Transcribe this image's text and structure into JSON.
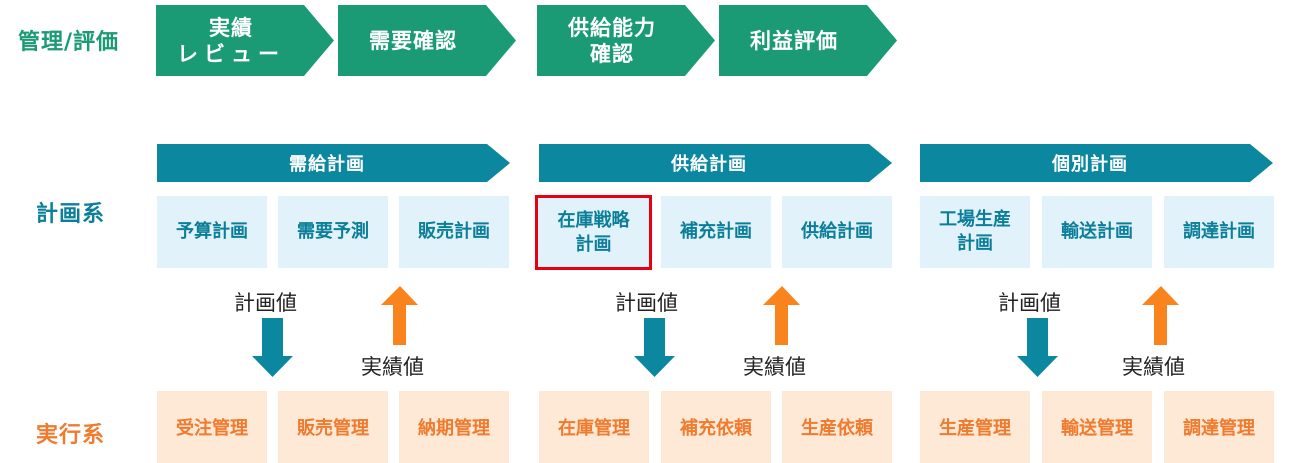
{
  "colors": {
    "management_green": "#1a9b76",
    "plan_teal": "#0b87a0",
    "plan_box_bg": "#e2f2fa",
    "exec_orange": "#f07a2e",
    "exec_box_bg": "#fde9d5",
    "highlight_red": "#e60012",
    "arrow_down": "#0b87a0",
    "arrow_up": "#f9831c"
  },
  "management": {
    "label": "管理/評価",
    "steps": [
      {
        "line1": "実績",
        "line2": "レビュー"
      },
      {
        "line1": "需要確認",
        "line2": ""
      },
      {
        "line1": "供給能力",
        "line2": "確認"
      },
      {
        "line1": "利益評価",
        "line2": ""
      }
    ]
  },
  "planning": {
    "label": "計画系",
    "groups": [
      {
        "title": "需給計画",
        "items": [
          {
            "line1": "予算計画",
            "line2": ""
          },
          {
            "line1": "需要予測",
            "line2": ""
          },
          {
            "line1": "販売計画",
            "line2": ""
          }
        ]
      },
      {
        "title": "供給計画",
        "items": [
          {
            "line1": "在庫戦略",
            "line2": "計画",
            "highlighted": true
          },
          {
            "line1": "補充計画",
            "line2": ""
          },
          {
            "line1": "供給計画",
            "line2": ""
          }
        ]
      },
      {
        "title": "個別計画",
        "items": [
          {
            "line1": "工場生産",
            "line2": "計画"
          },
          {
            "line1": "輸送計画",
            "line2": ""
          },
          {
            "line1": "調達計画",
            "line2": ""
          }
        ]
      }
    ]
  },
  "flows": {
    "plan_value": "計画値",
    "actual_value": "実績値",
    "down_arrow_icon": "arrow-down-icon",
    "up_arrow_icon": "arrow-up-icon"
  },
  "execution": {
    "label": "実行系",
    "groups": [
      {
        "items": [
          "受注管理",
          "販売管理",
          "納期管理"
        ]
      },
      {
        "items": [
          "在庫管理",
          "補充依頼",
          "生産依頼"
        ]
      },
      {
        "items": [
          "生産管理",
          "輸送管理",
          "調達管理"
        ]
      }
    ]
  }
}
